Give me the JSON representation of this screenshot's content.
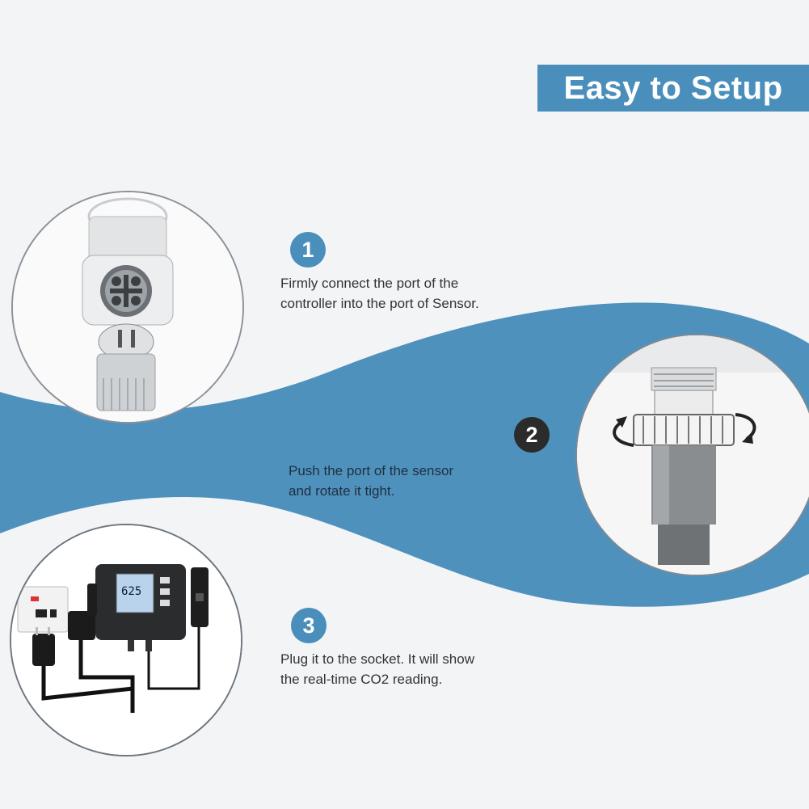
{
  "header": {
    "title": "Easy to Setup"
  },
  "steps": [
    {
      "number": "1",
      "line1": "Firmly connect the port of the",
      "line2": "controller into the port of Sensor."
    },
    {
      "number": "2",
      "line1": "Push the port of the sensor",
      "line2": "and rotate it tight."
    },
    {
      "number": "3",
      "line1": "Plug it to the socket. It will show",
      "line2": "the real-time CO2 reading."
    }
  ],
  "colors": {
    "accent": "#4a8fbc",
    "wave": "#4f91bd",
    "badge_dark": "#2b2b2b",
    "background": "#f3f4f6"
  },
  "device": {
    "display_reading": "625"
  }
}
